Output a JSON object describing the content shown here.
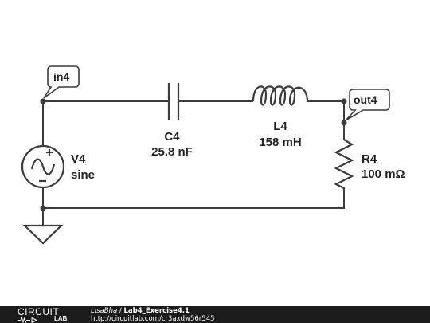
{
  "circuit": {
    "nodes": {
      "in": "in4",
      "out": "out4"
    },
    "source": {
      "name": "V4",
      "type": "sine"
    },
    "capacitor": {
      "name": "C4",
      "value": "25.8 nF"
    },
    "inductor": {
      "name": "L4",
      "value": "158 mH"
    },
    "resistor": {
      "name": "R4",
      "value": "100 mΩ"
    }
  },
  "footer": {
    "logo_top": "CIRCUIT",
    "logo_bottom": "LAB",
    "author": "LisaBha",
    "separator": " / ",
    "project": "Lab4_Exercise4.1",
    "url": "http://circuitlab.com/cr3axdw56r545"
  }
}
